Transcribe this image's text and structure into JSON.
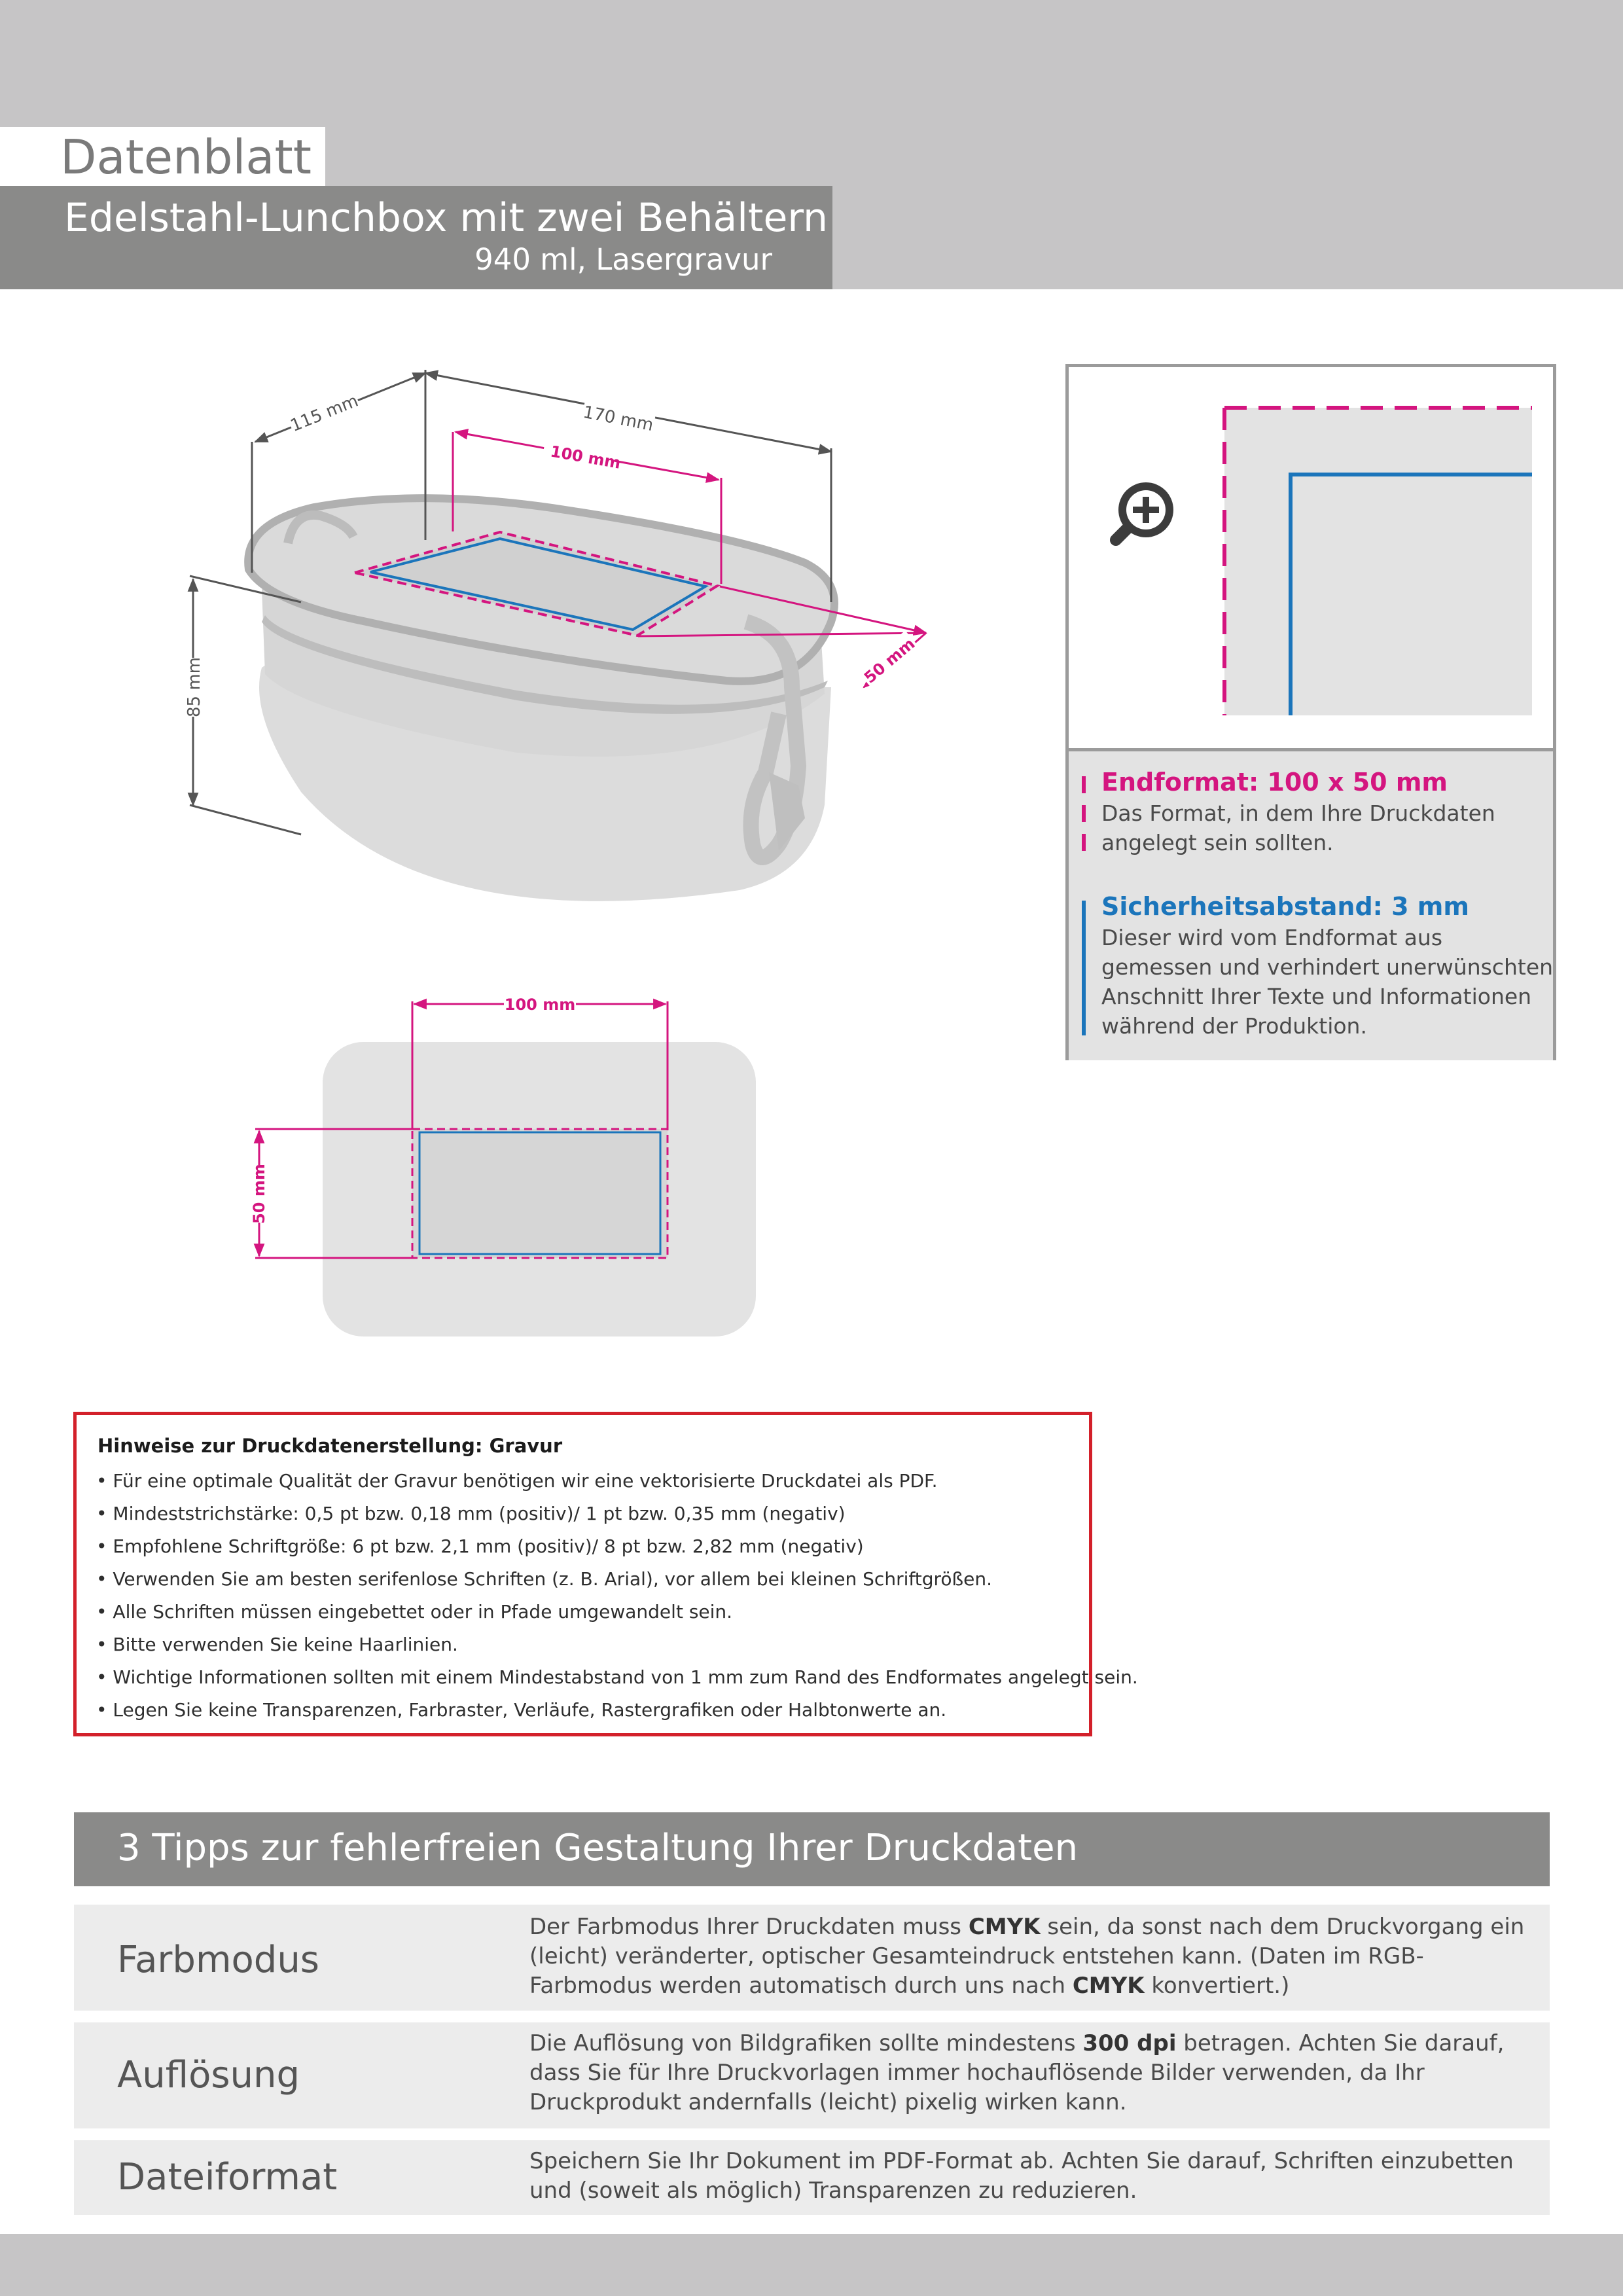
{
  "header": {
    "doc_type": "Datenblatt",
    "product_title": "Edelstahl-Lunchbox mit zwei Behältern",
    "product_subtitle": "940 ml, Lasergravur"
  },
  "drawing": {
    "width_label": "170 mm",
    "depth_label": "115 mm",
    "height_label": "85 mm",
    "print_width_label": "100 mm",
    "print_height_label": "50 mm",
    "top_view_width_label": "100 mm",
    "top_view_height_label": "50 mm"
  },
  "legend": {
    "zoom_icon": "zoom-in-icon",
    "endformat_title": "Endformat: 100 x 50 mm",
    "endformat_desc": "Das Format, in dem Ihre Druckdaten angelegt sein sollten.",
    "sicherheit_title": "Sicherheitsabstand: 3 mm",
    "sicherheit_desc": "Dieser wird vom Endformat aus gemessen und verhindert unerwünschten Anschnitt Ihrer Texte und Informationen während der Produktion."
  },
  "hinweise": {
    "heading": "Hinweise zur Druckdatenerstellung: Gravur",
    "items": [
      "• Für eine optimale Qualität der Gravur benötigen wir eine vektorisierte Druckdatei als PDF.",
      "• Mindeststrichstärke: 0,5 pt bzw. 0,18 mm (positiv)/ 1 pt bzw. 0,35 mm (negativ)",
      "• Empfohlene Schriftgröße: 6 pt bzw. 2,1 mm (positiv)/ 8 pt bzw. 2,82 mm (negativ)",
      "• Verwenden Sie am besten serifenlose Schriften (z. B. Arial), vor allem bei kleinen Schriftgrößen.",
      "• Alle Schriften müssen eingebettet oder in Pfade umgewandelt sein.",
      "• Bitte verwenden Sie keine Haarlinien.",
      "• Wichtige Informationen sollten mit einem Mindestabstand von 1 mm zum Rand des Endformates angelegt sein.",
      "• Legen Sie keine Transparenzen, Farbraster, Verläufe, Rastergrafiken oder Halbtonwerte an."
    ]
  },
  "tips": {
    "title": "3 Tipps zur fehlerfreien Gestaltung Ihrer Druckdaten",
    "farbmodus": {
      "label": "Farbmodus",
      "t1": "Der Farbmodus Ihrer Druckdaten muss ",
      "b1": "CMYK",
      "t2": " sein, da sonst nach dem Druckvorgang ein (leicht) veränderter, optischer Gesamteindruck entstehen kann. (Daten im RGB-Farbmodus werden automatisch durch uns nach ",
      "b2": "CMYK",
      "t3": " konvertiert.)"
    },
    "aufloesung": {
      "label": "Auflösung",
      "t1": "Die Auflösung von Bildgrafiken sollte mindestens ",
      "b1": "300 dpi",
      "t2": " betragen. Achten Sie darauf, dass Sie für Ihre Druckvorlagen immer hochauflösende Bilder verwenden, da Ihr Druckprodukt andernfalls (leicht) pixelig wirken kann."
    },
    "dateiformat": {
      "label": "Dateiformat",
      "text": "Speichern Sie Ihr Dokument im PDF-Format ab. Achten Sie darauf, Schriften einzubetten und (soweit als möglich) Transparenzen zu reduzieren."
    }
  },
  "colors": {
    "endformat": "#d4157f",
    "sicherheit": "#1b75bb",
    "hinweise_border": "#d3202a"
  }
}
